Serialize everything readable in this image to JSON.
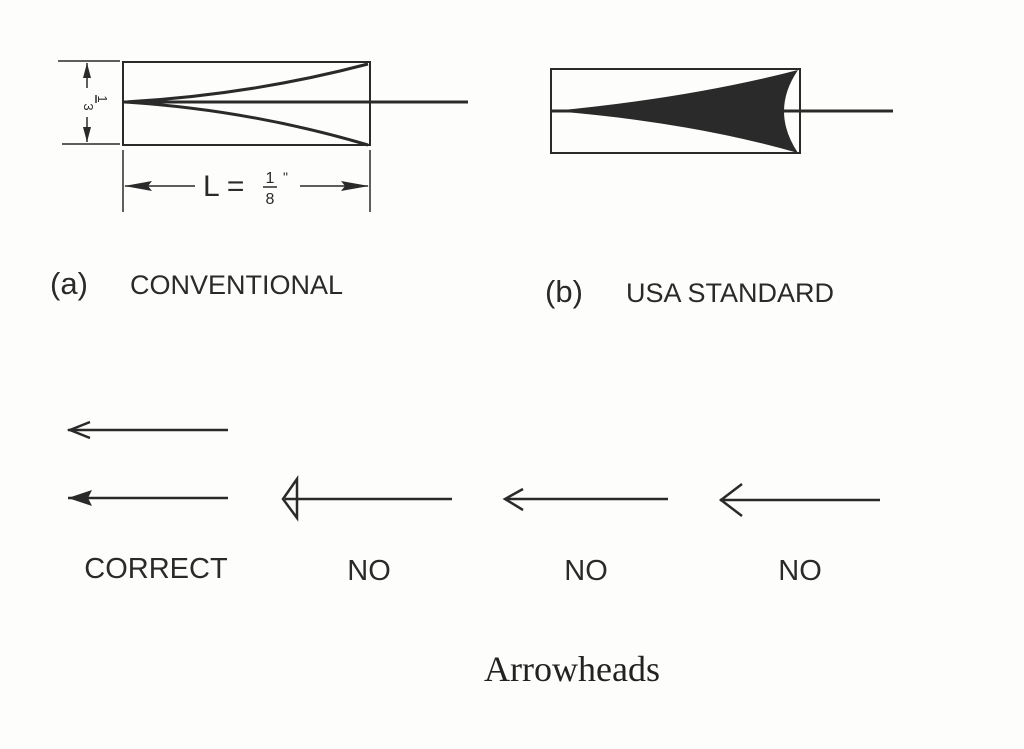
{
  "figure_a": {
    "label_letter": "(a)",
    "label": "CONVENTIONAL",
    "height_dim_num": "1",
    "height_dim_den": "3",
    "length_dim_prefix": "L =",
    "length_dim_num": "1",
    "length_dim_den": "8",
    "length_dim_unit": "\""
  },
  "figure_b": {
    "label_letter": "(b)",
    "label": "USA STANDARD"
  },
  "examples": {
    "labels": [
      "CORRECT",
      "NO",
      "NO",
      "NO"
    ]
  },
  "caption": "Arrowheads"
}
